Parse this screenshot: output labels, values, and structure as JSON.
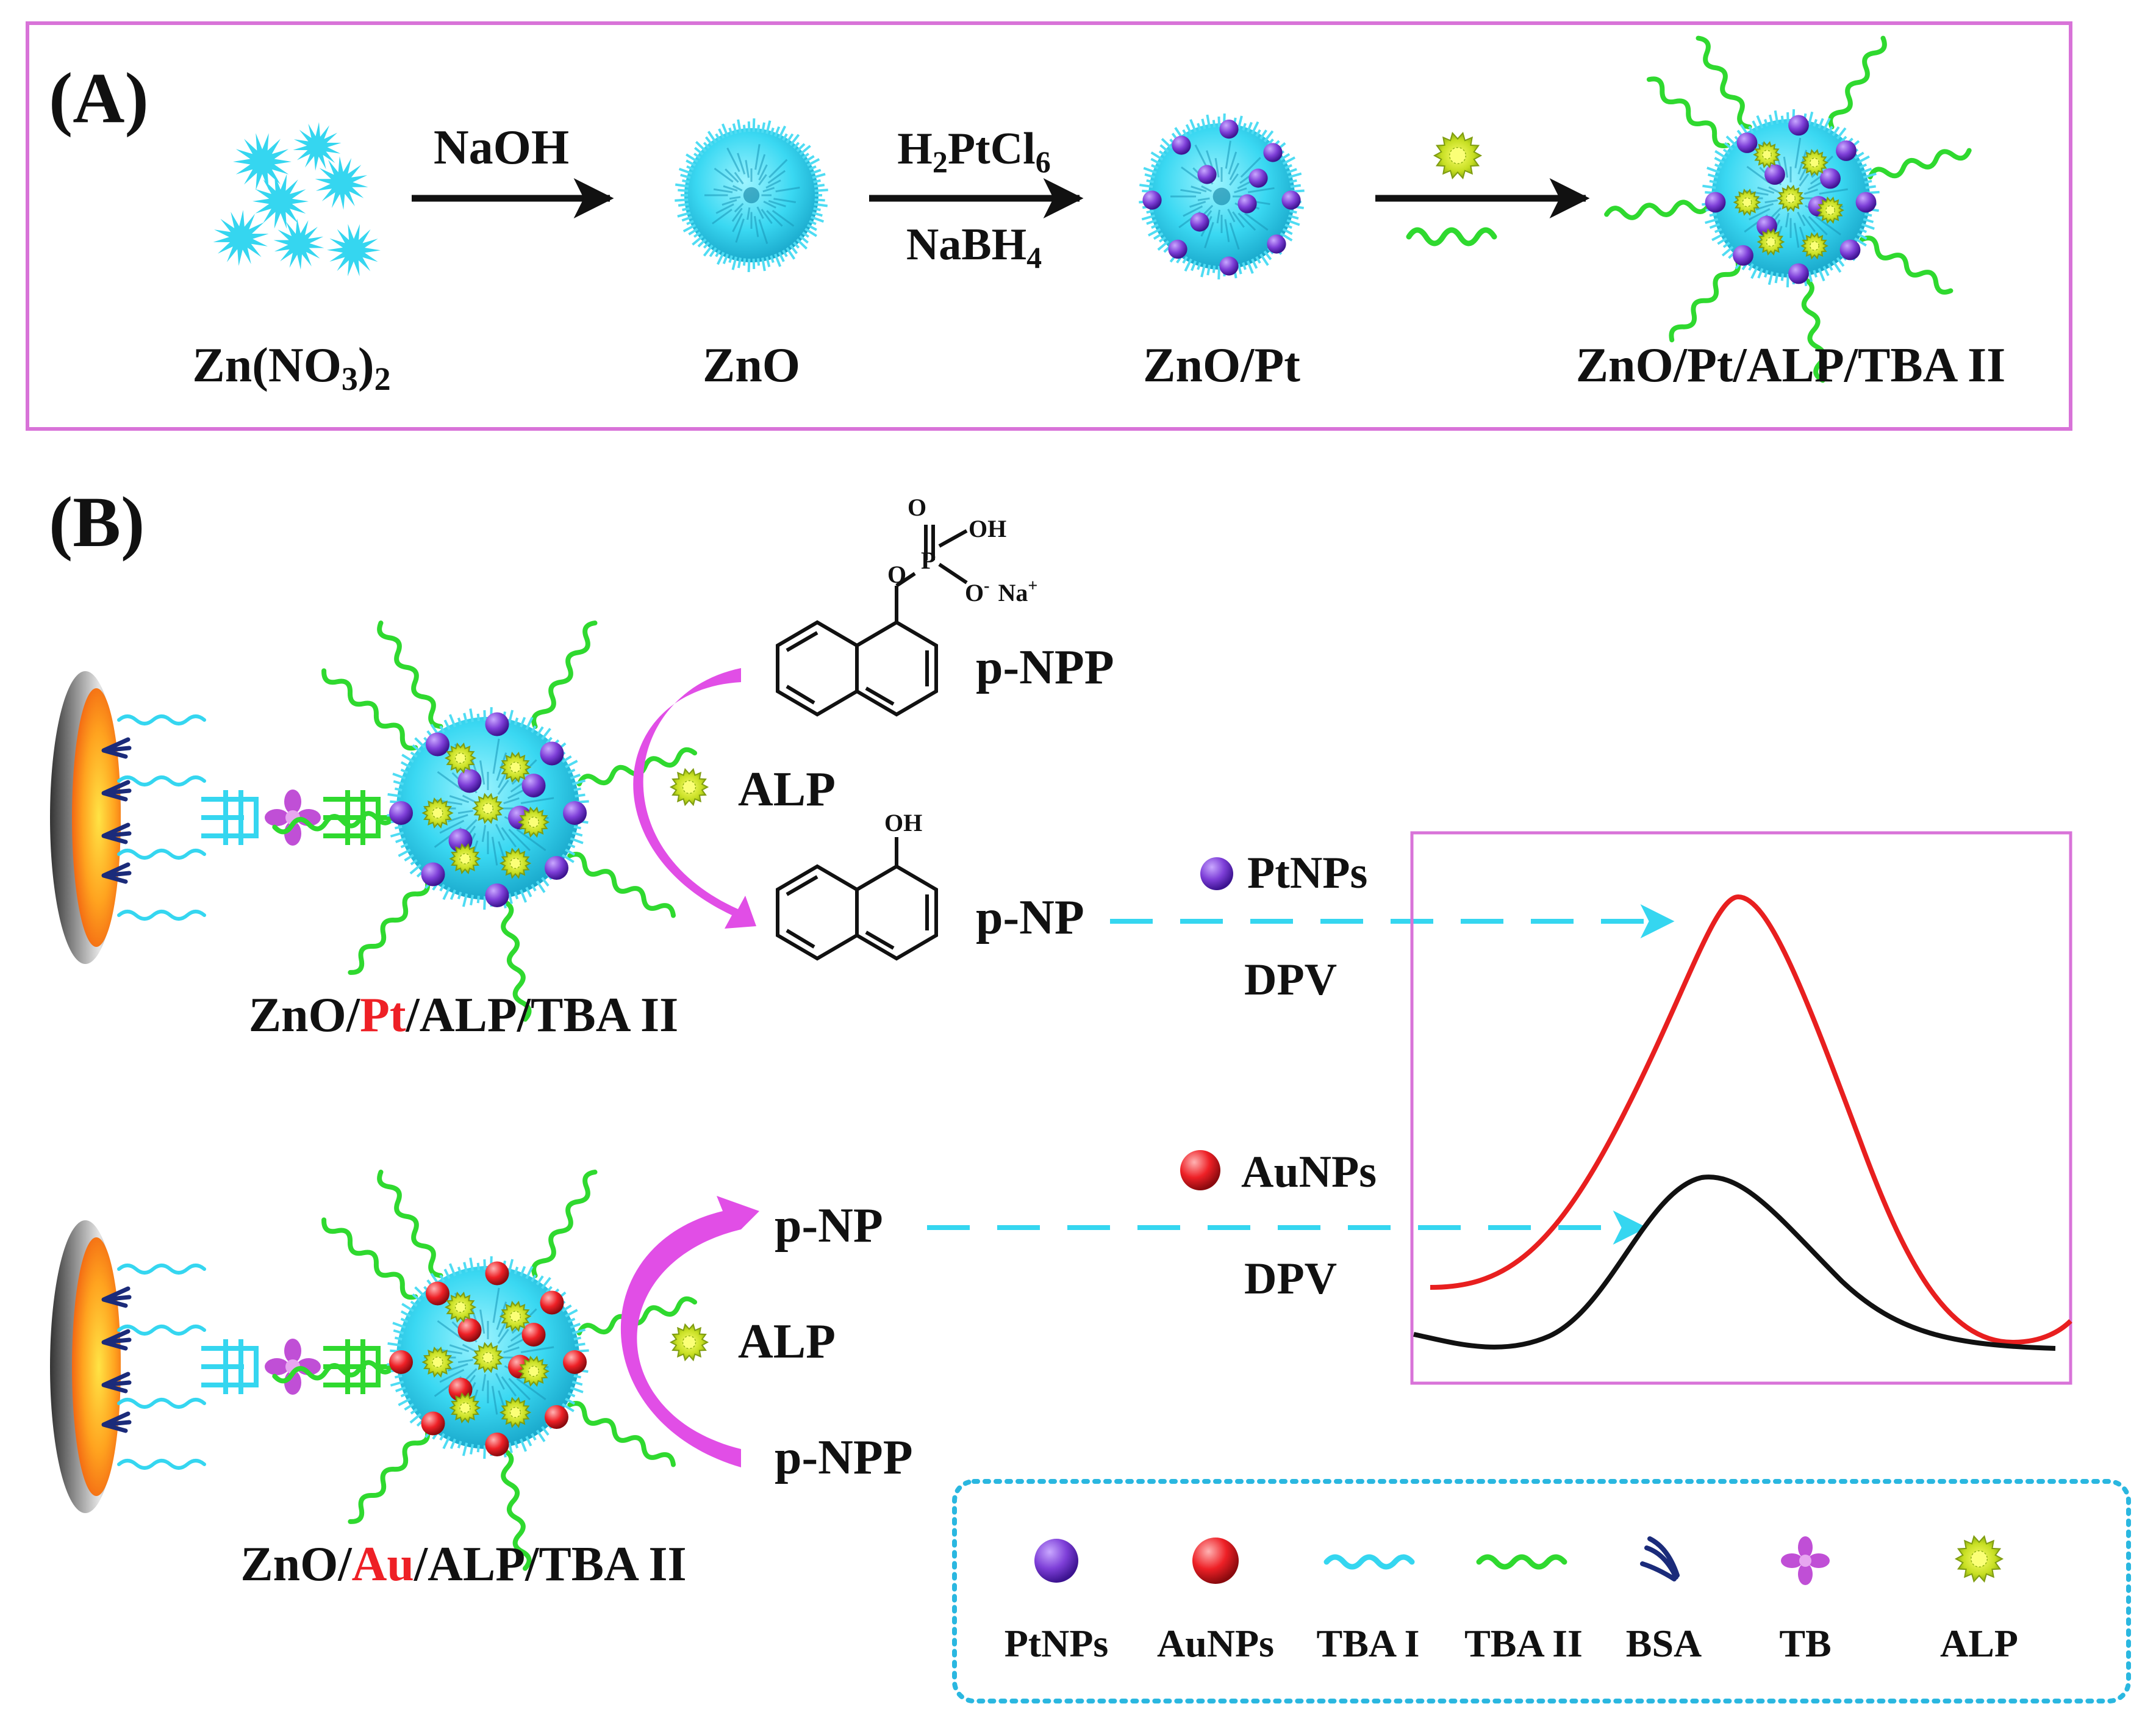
{
  "panel_a": {
    "label": "(A)",
    "reagent1": "NaOH",
    "reagent2a_main": "H",
    "reagent2a_sub1": "2",
    "reagent2a_mid": "PtCl",
    "reagent2a_sub2": "6",
    "reagent2b_main": "NaBH",
    "reagent2b_sub": "4",
    "stages": {
      "s1_pre": "Zn(NO",
      "s1_sub": "3",
      "s1_post": ")",
      "s1_sub2": "2",
      "s2": "ZnO",
      "s3": "ZnO/Pt",
      "s4": "ZnO/Pt/ALP/TBA II"
    }
  },
  "panel_b": {
    "label": "(B)",
    "top_probe": {
      "pre": "ZnO/",
      "metal": "Pt",
      "post": "/ALP/TBA II"
    },
    "bottom_probe": {
      "pre": "ZnO/",
      "metal": "Au",
      "post": "/ALP/TBA II"
    },
    "substrate": "p-NPP",
    "product": "p-NP",
    "enzyme": "ALP",
    "mol_oh": "OH",
    "mol_p": "P",
    "mol_o1": "O",
    "mol_o2": "O",
    "mol_o3": "O",
    "mol_ominus": "O",
    "mol_minus": "-",
    "mol_na": "Na",
    "mol_plus": "+",
    "mol_oh2": "OH",
    "top_signal": {
      "particle": "PtNPs",
      "method": "DPV"
    },
    "bottom_signal": {
      "particle": "AuNPs",
      "method": "DPV"
    }
  },
  "legend": {
    "items": [
      "PtNPs",
      "AuNPs",
      "TBA I",
      "TBA II",
      "BSA",
      "TB",
      "ALP"
    ]
  },
  "colors": {
    "frame": "#d873d8",
    "cyan": "#35d6f0",
    "green": "#2fd92f",
    "purple": "#7e3fd8",
    "red": "#ee2026",
    "magenta": "#e14ee6",
    "alp_yellow": "#d8e82a",
    "curve_red": "#e81f1f",
    "curve_black": "#111111",
    "legend_border": "#2ab7e0"
  }
}
